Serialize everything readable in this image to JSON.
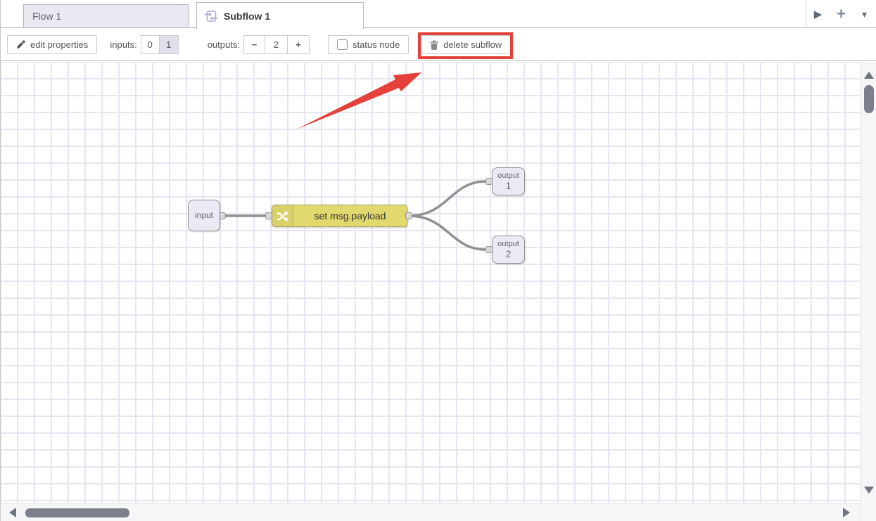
{
  "tabs": {
    "flow1": "Flow 1",
    "subflow1": "Subflow 1"
  },
  "header_icons": {
    "scroll_right": "▶",
    "add": "+",
    "list": "▾"
  },
  "toolbar": {
    "edit_properties": "edit properties",
    "inputs_label": "inputs:",
    "input_options": [
      "0",
      "1"
    ],
    "selected_input": "1",
    "outputs_label": "outputs:",
    "minus": "−",
    "outputs_value": "2",
    "plus": "+",
    "status_node": "status node",
    "delete_subflow": "delete subflow"
  },
  "canvas": {
    "input_node": {
      "label": "input"
    },
    "change_node": {
      "label": "set msg.payload"
    },
    "output_node_1": {
      "label": "output",
      "number": "1"
    },
    "output_node_2": {
      "label": "output",
      "number": "2"
    }
  },
  "icons": {
    "pencil": "pencil-icon",
    "trash": "trash-icon",
    "shuffle": "shuffle-icon",
    "subflow": "subflow-icon"
  },
  "colors": {
    "annotation_red": "#e5403a",
    "change_node_fill": "#e2d96e",
    "port_node_fill": "#e9eaf4",
    "inactive_tab_fill": "#e8e9f3",
    "selected_option_fill": "#dfe0ec",
    "wire": "#909090",
    "grid_line": "#e5e6f2",
    "scrollbar_thumb": "#7b808c"
  }
}
